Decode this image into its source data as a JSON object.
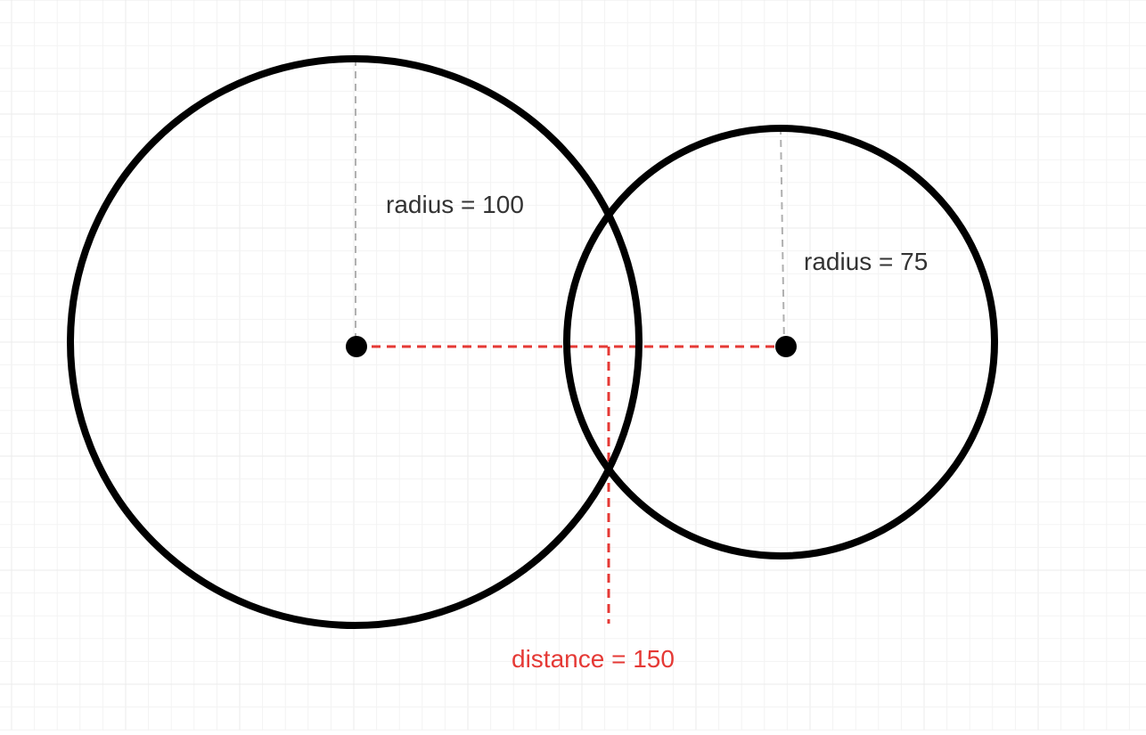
{
  "diagram": {
    "labels": {
      "radius_large": "radius = 100",
      "radius_small": "radius = 75",
      "distance": "distance = 150"
    },
    "colors": {
      "background": "#ffffff",
      "grid": "#ebebeb",
      "circle_stroke": "#000000",
      "radius_line": "#b0b0b0",
      "distance_line": "#e53935",
      "label_text": "#333333",
      "distance_text": "#e53935"
    }
  }
}
